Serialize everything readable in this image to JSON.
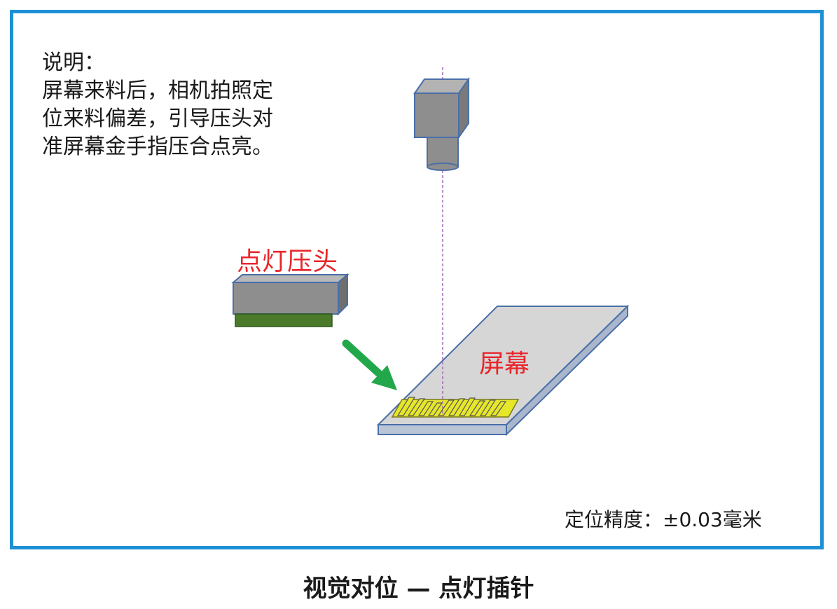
{
  "description": {
    "heading": "说明：",
    "lines": [
      "屏幕来料后，相机拍照定",
      "位来料偏差，引导压头对",
      "准屏幕金手指压合点亮。"
    ]
  },
  "labels": {
    "press_head": "点灯压头",
    "screen": "屏幕"
  },
  "precision": "定位精度：±0.03毫米",
  "caption": "视觉对位 — 点灯插针",
  "colors": {
    "frame_border": "#1e90d6",
    "label_red": "#e8262b",
    "arrow_green": "#22a84a",
    "finger_yellow": "#e6e62a",
    "press_pad_green": "#4a7a2a"
  },
  "icons": {
    "camera": "camera-icon",
    "press_head": "press-head-icon",
    "screen_panel": "screen-panel-icon",
    "arrow": "arrow-down-right-icon"
  }
}
